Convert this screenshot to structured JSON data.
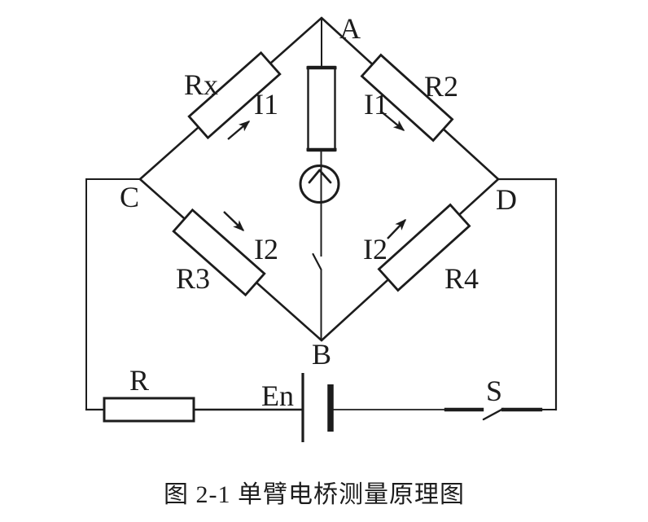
{
  "circuit": {
    "nodes": {
      "top": "A",
      "left": "C",
      "right": "D",
      "bottom": "B"
    },
    "arms": {
      "top_left": {
        "resistor": "Rx",
        "current": "I1"
      },
      "top_right": {
        "resistor": "R2",
        "current": "I1"
      },
      "bottom_left": {
        "resistor": "R3",
        "current": "I2"
      },
      "bottom_right": {
        "resistor": "R4",
        "current": "I2"
      }
    },
    "series_resistor_label": "R",
    "battery_label": "En",
    "switch_label": "S"
  },
  "caption": "图 2-1 单臂电桥测量原理图",
  "colors": {
    "line": "#1c1c1c",
    "background": "#ffffff"
  }
}
